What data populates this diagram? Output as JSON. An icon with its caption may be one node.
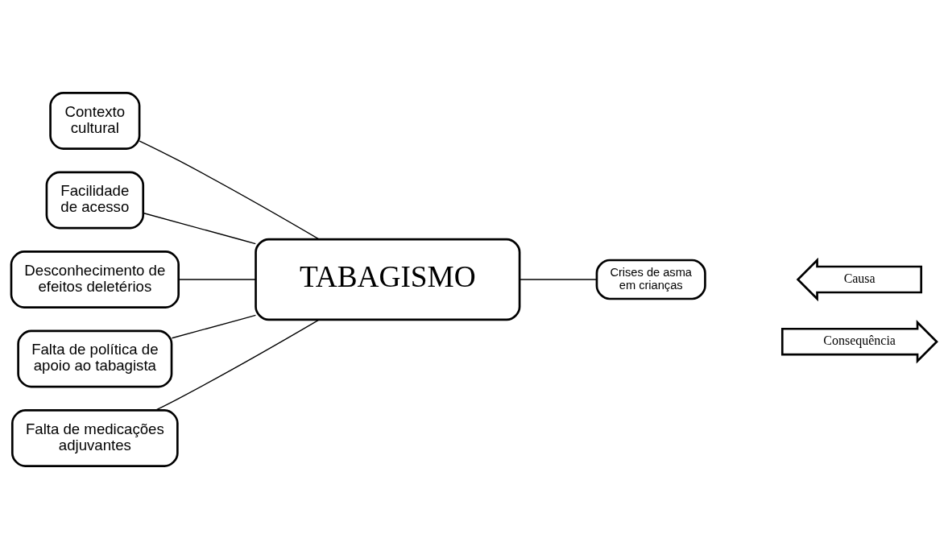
{
  "diagram": {
    "nodes": [
      {
        "text": [
          "Contexto cultural"
        ]
      },
      {
        "text": [
          "Facilidade de acesso"
        ]
      },
      {
        "text": [
          "Desconhecimento de efeitos deletérios"
        ]
      },
      {
        "text": [
          "TABAGISMO"
        ]
      },
      {
        "text": [
          "Crises de asma em crianças"
        ]
      },
      {
        "text": [
          "Falta de política de apoio ao tabagista"
        ]
      },
      {
        "text": [
          "Falta de medicações adjuvantes"
        ]
      },
      {
        "text": [
          "Causa"
        ]
      },
      {
        "text": [
          "Consequência"
        ]
      }
    ],
    "edges": [
      {
        "from": 0,
        "to": 3,
        "arrow": "none"
      },
      {
        "from": 1,
        "to": 3,
        "arrow": "none"
      },
      {
        "from": 2,
        "to": 3,
        "arrow": "none"
      },
      {
        "from": 5,
        "to": 3,
        "arrow": "none"
      },
      {
        "from": 6,
        "to": 3,
        "arrow": "none"
      },
      {
        "from": 3,
        "to": 4,
        "arrow": "none"
      }
    ]
  }
}
